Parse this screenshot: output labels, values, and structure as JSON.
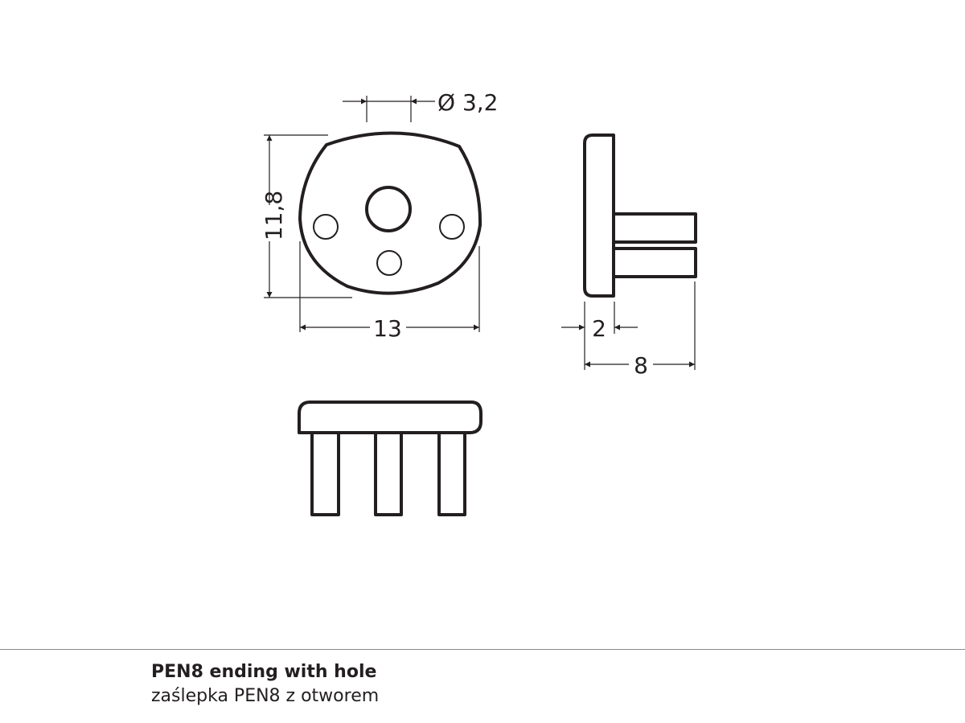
{
  "dimensions": {
    "hole_diameter": "Ø 3,2",
    "height": "11,8",
    "width": "13",
    "plate_thickness": "2",
    "total_depth": "8"
  },
  "caption": {
    "title": "PEN8 ending with hole",
    "subtitle": "zaślepka PEN8 z otworem"
  },
  "colors": {
    "line": "#231f20",
    "separator": "#8c8c8c"
  }
}
